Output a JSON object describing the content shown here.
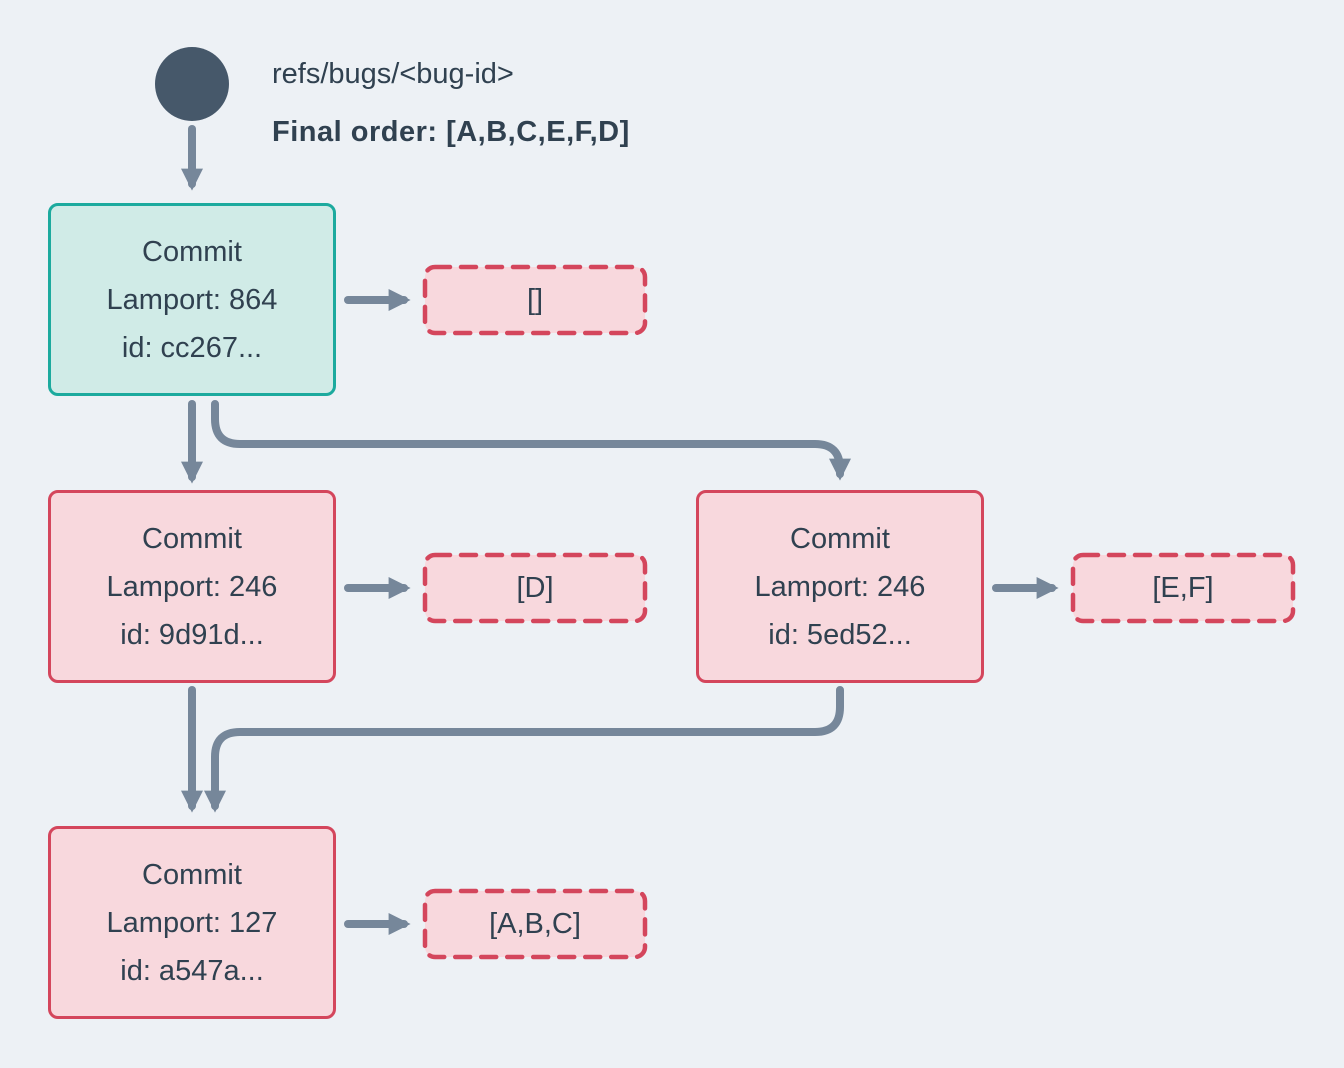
{
  "diagram": {
    "ref": {
      "name": "refs/bugs/<bug-id>",
      "final_order": "Final order: [A,B,C,E,F,D]"
    },
    "commits": {
      "head": {
        "title": "Commit",
        "lamport": "Lamport: 864",
        "hash": "id: cc267...",
        "operations": "[]"
      },
      "left": {
        "title": "Commit",
        "lamport": "Lamport: 246",
        "hash": "id: 9d91d...",
        "operations": "[D]"
      },
      "right": {
        "title": "Commit",
        "lamport": "Lamport: 246",
        "hash": "id: 5ed52...",
        "operations": "[E,F]"
      },
      "bottom": {
        "title": "Commit",
        "lamport": "Lamport: 127",
        "hash": "id: a547a...",
        "operations": "[A,B,C]"
      }
    },
    "colors": {
      "background": "#edf1f5",
      "ref_circle": "#46586a",
      "arrow": "#76879a",
      "teal_border": "#1caa9e",
      "teal_fill": "#d0ebe7",
      "red_border": "#d4465c",
      "pink_fill": "#f8d8dd",
      "text": "#304150"
    }
  }
}
